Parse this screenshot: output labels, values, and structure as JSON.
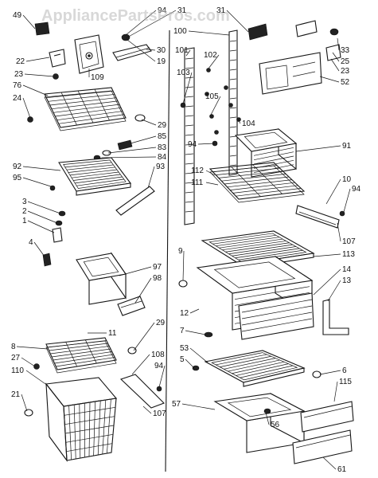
{
  "watermark": "AppliancePartsPros.com",
  "callouts": [
    "49",
    "94",
    "31",
    "100",
    "30",
    "109",
    "19",
    "22",
    "23",
    "76",
    "24",
    "29",
    "85",
    "83",
    "84",
    "93",
    "92",
    "95",
    "3",
    "2",
    "1",
    "4",
    "97",
    "98",
    "11",
    "8",
    "27",
    "110",
    "21",
    "29",
    "108",
    "94",
    "107",
    "101",
    "102",
    "103",
    "105",
    "104",
    "94",
    "112",
    "111",
    "91",
    "10",
    "94",
    "107",
    "113",
    "9",
    "12",
    "14",
    "13",
    "7",
    "53",
    "5",
    "6",
    "115",
    "57",
    "56",
    "61",
    "31",
    "33",
    "25",
    "23",
    "52"
  ]
}
